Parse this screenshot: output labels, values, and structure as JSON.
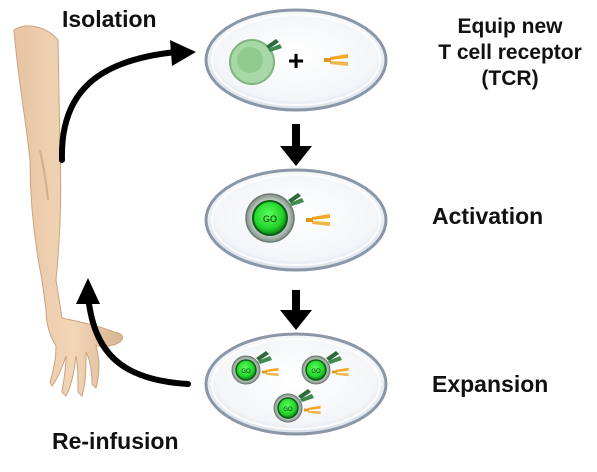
{
  "labels": {
    "isolation": "Isolation",
    "equip_line1": "Equip new",
    "equip_line2": "T cell receptor",
    "equip_line3": "(TCR)",
    "activation": "Activation",
    "expansion": "Expansion",
    "reinfusion": "Re-infusion"
  },
  "symbols": {
    "plus": "+",
    "go_mark": "GO"
  },
  "colors": {
    "skin": "#f0d3b5",
    "skin_shadow": "#d7b392",
    "dish_rim": "#8a97a6",
    "cell_green": "#2fe33a",
    "cell_dark": "#1b8a22",
    "resting_cell": "#9dd39d",
    "tcr_orange": "#f5a623",
    "tcr_green": "#2e6b3c",
    "arrow": "#000000"
  }
}
